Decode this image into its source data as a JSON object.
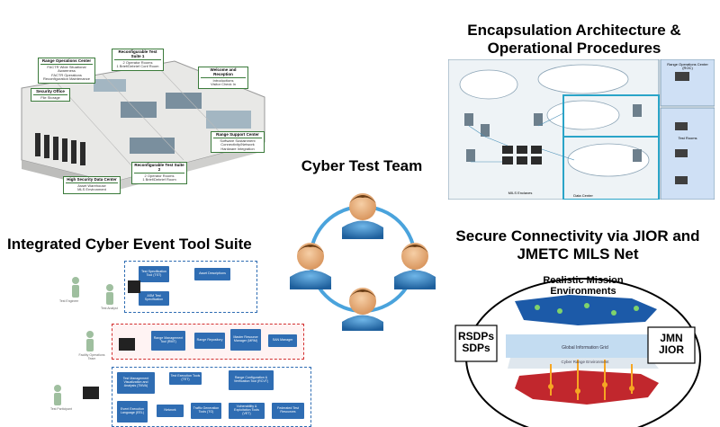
{
  "headings": {
    "encapsulation": "Encapsulation Architecture & Operational Procedures",
    "cyber_test_team": "Cyber Test Team",
    "tool_suite": "Integrated Cyber Event Tool Suite",
    "secure_connectivity": "Secure Connectivity via JIOR and JMETC MILS Net"
  },
  "floorplan": {
    "callouts": [
      {
        "title": "Range Operations Center",
        "lines": [
          "FACTR Wide Situational Awareness",
          "FACTR Operations",
          "Reconfiguration Maintenance"
        ]
      },
      {
        "title": "Reconfigurable Test Suite 1",
        "lines": [
          "2 Operator Rooms",
          "1 Brief/Debrief Conf Room"
        ]
      },
      {
        "title": "Welcome and Reception",
        "lines": [
          "Introductions",
          "Visitor Check In"
        ]
      },
      {
        "title": "Security Office",
        "lines": [
          "File Storage"
        ]
      },
      {
        "title": "Range Support Center",
        "lines": [
          "Software Sustainment",
          "Connectivity/Network",
          "Hardware Integration"
        ]
      },
      {
        "title": "Reconfigurable Test Suite 2",
        "lines": [
          "2 Operator Rooms",
          "1 Brief/Debrief Room"
        ]
      },
      {
        "title": "High Security Data Center",
        "lines": [
          "Asset Warehouse",
          "MLS Environment"
        ]
      }
    ]
  },
  "encap": {
    "side_top": "Range Operations Center (ROC)",
    "side_bottom": "Test Rooms",
    "footer": "Data Center",
    "mils": "MILS Enclaves"
  },
  "tools": {
    "top": [
      "Test Specification Tool (TST)",
      "Asset Descriptions",
      "ASM Test Specification"
    ],
    "middle": [
      "Range Management Tool (RMT)",
      "Range Repository",
      "Master Resource Manager (MRM)",
      "SAN Manager"
    ],
    "bottom": [
      "Test Management Visualization and Analysis (TMVA)",
      "Test Execution Tools (TET)",
      "Range Configuration & Verification Tool (RCVT)",
      "Event Execution Language (EEL)",
      "Network",
      "Traffic Generation Tools (TG)",
      "Vulnerability & Exploitation Tools (VET)",
      "Federated Test Resources"
    ],
    "roles": [
      "Test Engineer",
      "Test Analyst",
      "Facility Operations Team",
      "Test Participant"
    ]
  },
  "network": {
    "top": "Realistic Mission Environments",
    "left": "RSDPs SDPs",
    "right": "JMN JIOR",
    "mid": "Global Information Grid",
    "lower": "Cyber Range Environment"
  }
}
